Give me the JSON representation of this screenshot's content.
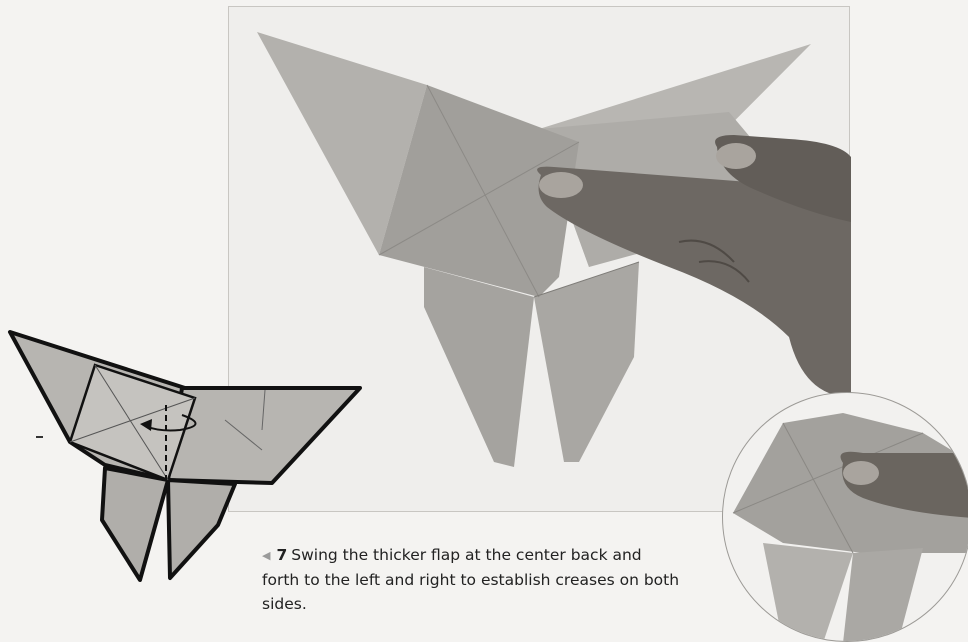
{
  "caption": {
    "marker_icon": "left-triangle-icon",
    "step_number": "7",
    "text": "Swing the thicker flap at the center back and forth to the left and right to establish creases on both sides."
  },
  "photo": {
    "subject": "paper-butterfly-with-finger"
  },
  "diagram": {
    "subject": "butterfly-fold-diagram",
    "symbols": [
      "fold-arrow",
      "dashed-center-line"
    ]
  },
  "inset": {
    "subject": "close-up-of-center-flap"
  },
  "colors": {
    "paper": "#a9a7a3",
    "paper_light": "#c3c1bd",
    "line": "#111111",
    "skin": "#6d6863"
  }
}
